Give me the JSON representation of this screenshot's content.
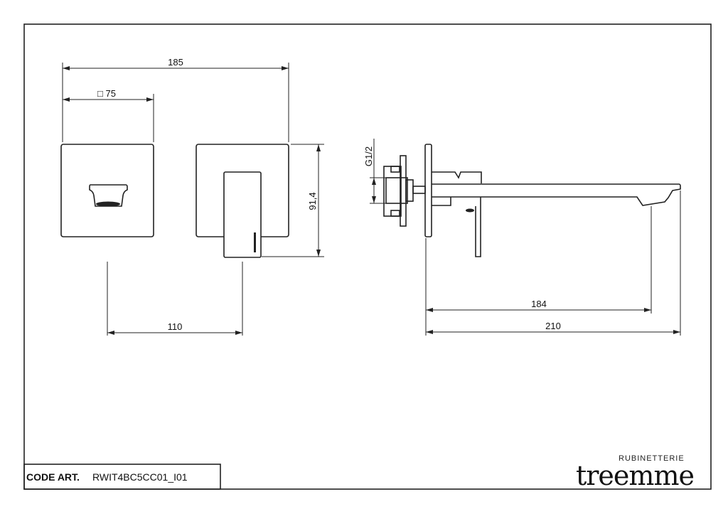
{
  "dimensions": {
    "overall_width": "185",
    "plate_size": "□ 75",
    "height": "91,4",
    "spacing": "110",
    "thread": "G1/2",
    "spout_reach": "184",
    "total_depth": "210"
  },
  "title_block": {
    "code_label": "CODE ART.",
    "code_value": "RWIT4BC5CC01_I01"
  },
  "brand": {
    "subtitle": "RUBINETTERIE",
    "name": "treemme"
  }
}
